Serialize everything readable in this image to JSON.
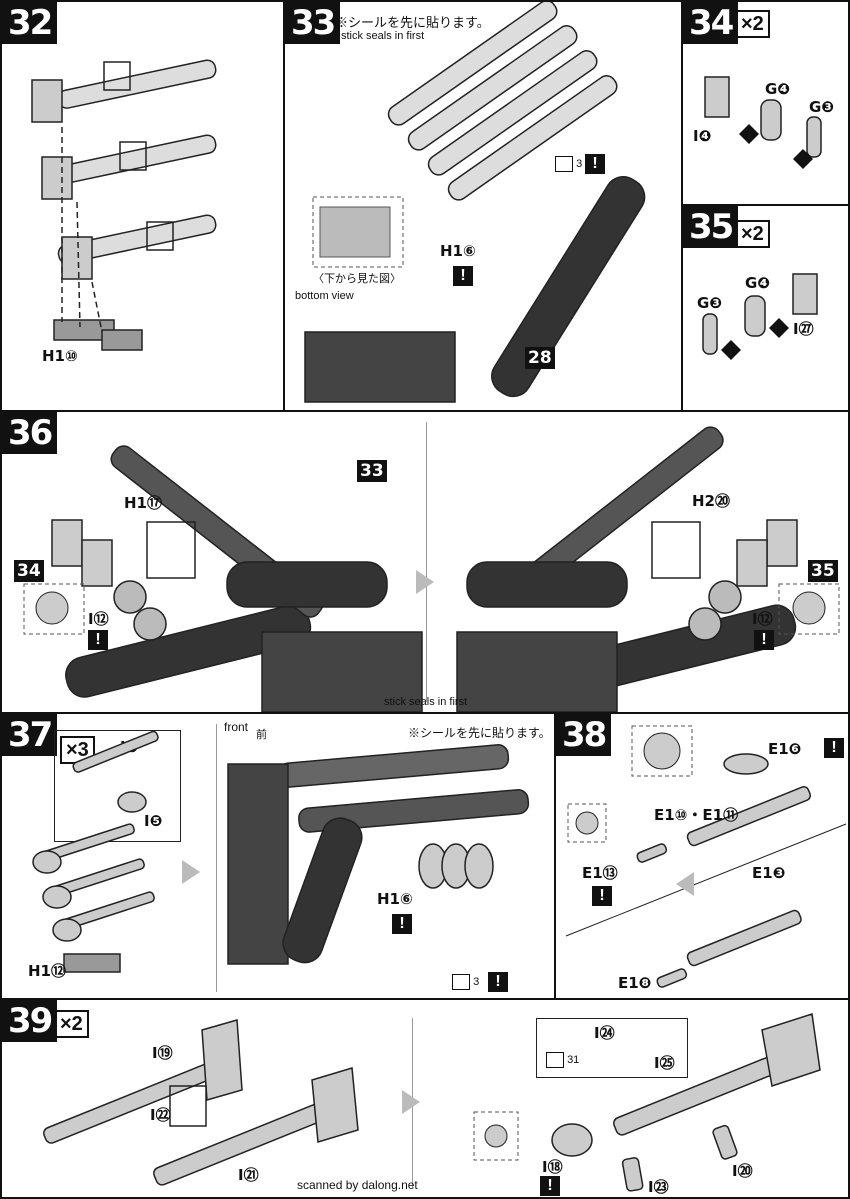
{
  "steps": {
    "s32": {
      "num": "32",
      "part": "H1⑩"
    },
    "s33": {
      "num": "33",
      "note_jp": "※シールを先に貼ります。",
      "note_en": "stick seals in first",
      "part": "H1⑥",
      "seal": "3",
      "bottom_jp": "〈下から見た図〉",
      "bottom_en": "bottom view",
      "ref": "28"
    },
    "s34": {
      "num": "34",
      "mult": "×2",
      "p1": "G❹",
      "p2": "G❸",
      "p3": "I❹"
    },
    "s35": {
      "num": "35",
      "mult": "×2",
      "p1": "G❹",
      "p2": "G❸",
      "p3": "I㉗"
    },
    "s36": {
      "num": "36",
      "left_part": "H1⑰",
      "right_part": "H2⑳",
      "ref33": "33",
      "ref34": "34",
      "ref35": "35",
      "seal_part_l": "I⑫",
      "seal_part_r": "I⑫",
      "note_en": "stick seals in first"
    },
    "s37": {
      "num": "37",
      "mult": "×3",
      "p1": "I❻",
      "p2": "I❺",
      "p3": "H1⑫",
      "front_en": "front",
      "front_jp": "前",
      "note_jp": "※シールを先に貼ります。",
      "part": "H1⑥",
      "seal": "3"
    },
    "s38": {
      "num": "38",
      "p1": "E1❻",
      "p2": "E1⑩・E1⑪",
      "p3": "E1⑬",
      "p4": "E1❸",
      "p5": "E1❽"
    },
    "s39": {
      "num": "39",
      "mult": "×2",
      "p1": "I⑲",
      "p2": "I㉒",
      "p3": "I㉑",
      "p4": "I㉔",
      "p5": "I㉕",
      "p6": "I⑱",
      "p7": "I㉓",
      "p8": "I⑳",
      "seal": "31"
    }
  },
  "footer": {
    "credit": "scanned by dalong.net"
  },
  "excl": "!"
}
